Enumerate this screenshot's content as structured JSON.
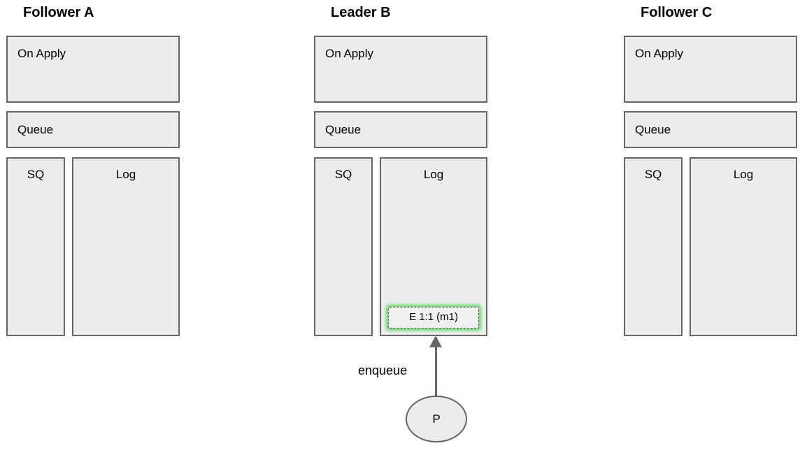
{
  "diagram": {
    "nodes": [
      {
        "id": "follower-a",
        "title": "Follower A",
        "on_apply_label": "On Apply",
        "queue_label": "Queue",
        "sq_label": "SQ",
        "log_label": "Log",
        "log_entries": []
      },
      {
        "id": "leader-b",
        "title": "Leader B",
        "on_apply_label": "On Apply",
        "queue_label": "Queue",
        "sq_label": "SQ",
        "log_label": "Log",
        "log_entry": {
          "label": "E 1:1 (m1)",
          "highlighted": true,
          "highlight_color": "#52d452"
        }
      },
      {
        "id": "follower-c",
        "title": "Follower C",
        "on_apply_label": "On Apply",
        "queue_label": "Queue",
        "sq_label": "SQ",
        "log_label": "Log",
        "log_entries": []
      }
    ],
    "producer": {
      "label": "P"
    },
    "enqueue_arrow": {
      "label": "enqueue",
      "direction": "up"
    },
    "colors": {
      "background": "#ffffff",
      "box_fill": "#ececec",
      "box_border": "#666666",
      "entry_fill": "#f0f0f0",
      "entry_border": "#555555",
      "entry_glow": "#52d452",
      "arrow": "#666666",
      "text": "#000000"
    }
  }
}
